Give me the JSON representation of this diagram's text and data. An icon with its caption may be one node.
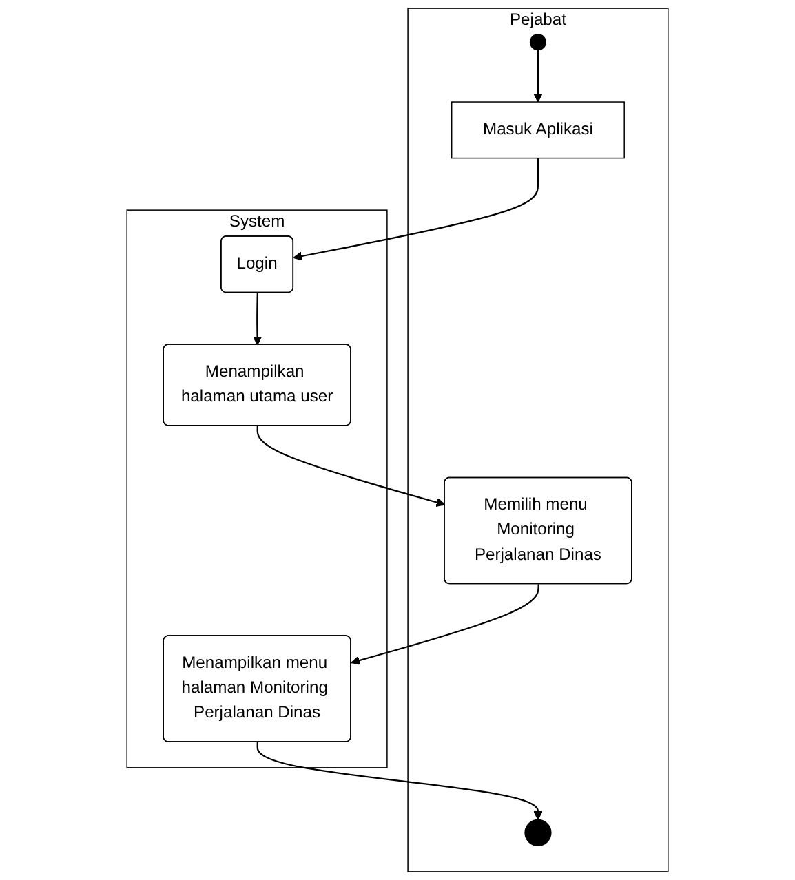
{
  "diagram": {
    "nodes": [
      {
        "text": [
          "Pejabat"
        ]
      },
      {
        "text": [
          "System"
        ]
      },
      {
        "text": [],
        "shape": "circle",
        "in": 0
      },
      {
        "text": [
          "Masuk Aplikasi"
        ],
        "in": 0
      },
      {
        "text": [
          "Login"
        ],
        "in": 1
      },
      {
        "text": [
          "Menampilkan halaman utama user"
        ],
        "in": 1
      },
      {
        "text": [
          "Memilih menu Monitoring Perjalanan Dinas"
        ],
        "in": 0
      },
      {
        "text": [
          "Menampilkan menu halaman Monitoring Perjalanan Dinas"
        ],
        "in": 1
      },
      {
        "text": [],
        "shape": "circle",
        "in": 0
      }
    ],
    "edges": [
      {
        "from": 2,
        "to": 3,
        "arrow": "to"
      },
      {
        "from": 3,
        "to": 4,
        "arrow": "to"
      },
      {
        "from": 4,
        "to": 5,
        "arrow": "to"
      },
      {
        "from": 5,
        "to": 6,
        "arrow": "to"
      },
      {
        "from": 6,
        "to": 7,
        "arrow": "to"
      },
      {
        "from": 7,
        "to": 8,
        "arrow": "to"
      }
    ]
  }
}
